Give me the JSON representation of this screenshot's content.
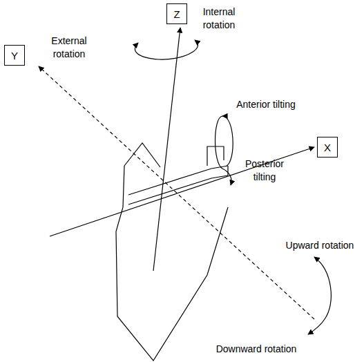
{
  "diagram": {
    "nodes": [
      {
        "text": [
          "Z"
        ]
      },
      {
        "text": [
          "Y"
        ]
      },
      {
        "text": [
          "X"
        ]
      }
    ],
    "labels": [
      "Internal rotation",
      "External rotation",
      "Anterior tilting",
      "Posterior tilting",
      "Upward rotation",
      "Downward rotation"
    ]
  }
}
